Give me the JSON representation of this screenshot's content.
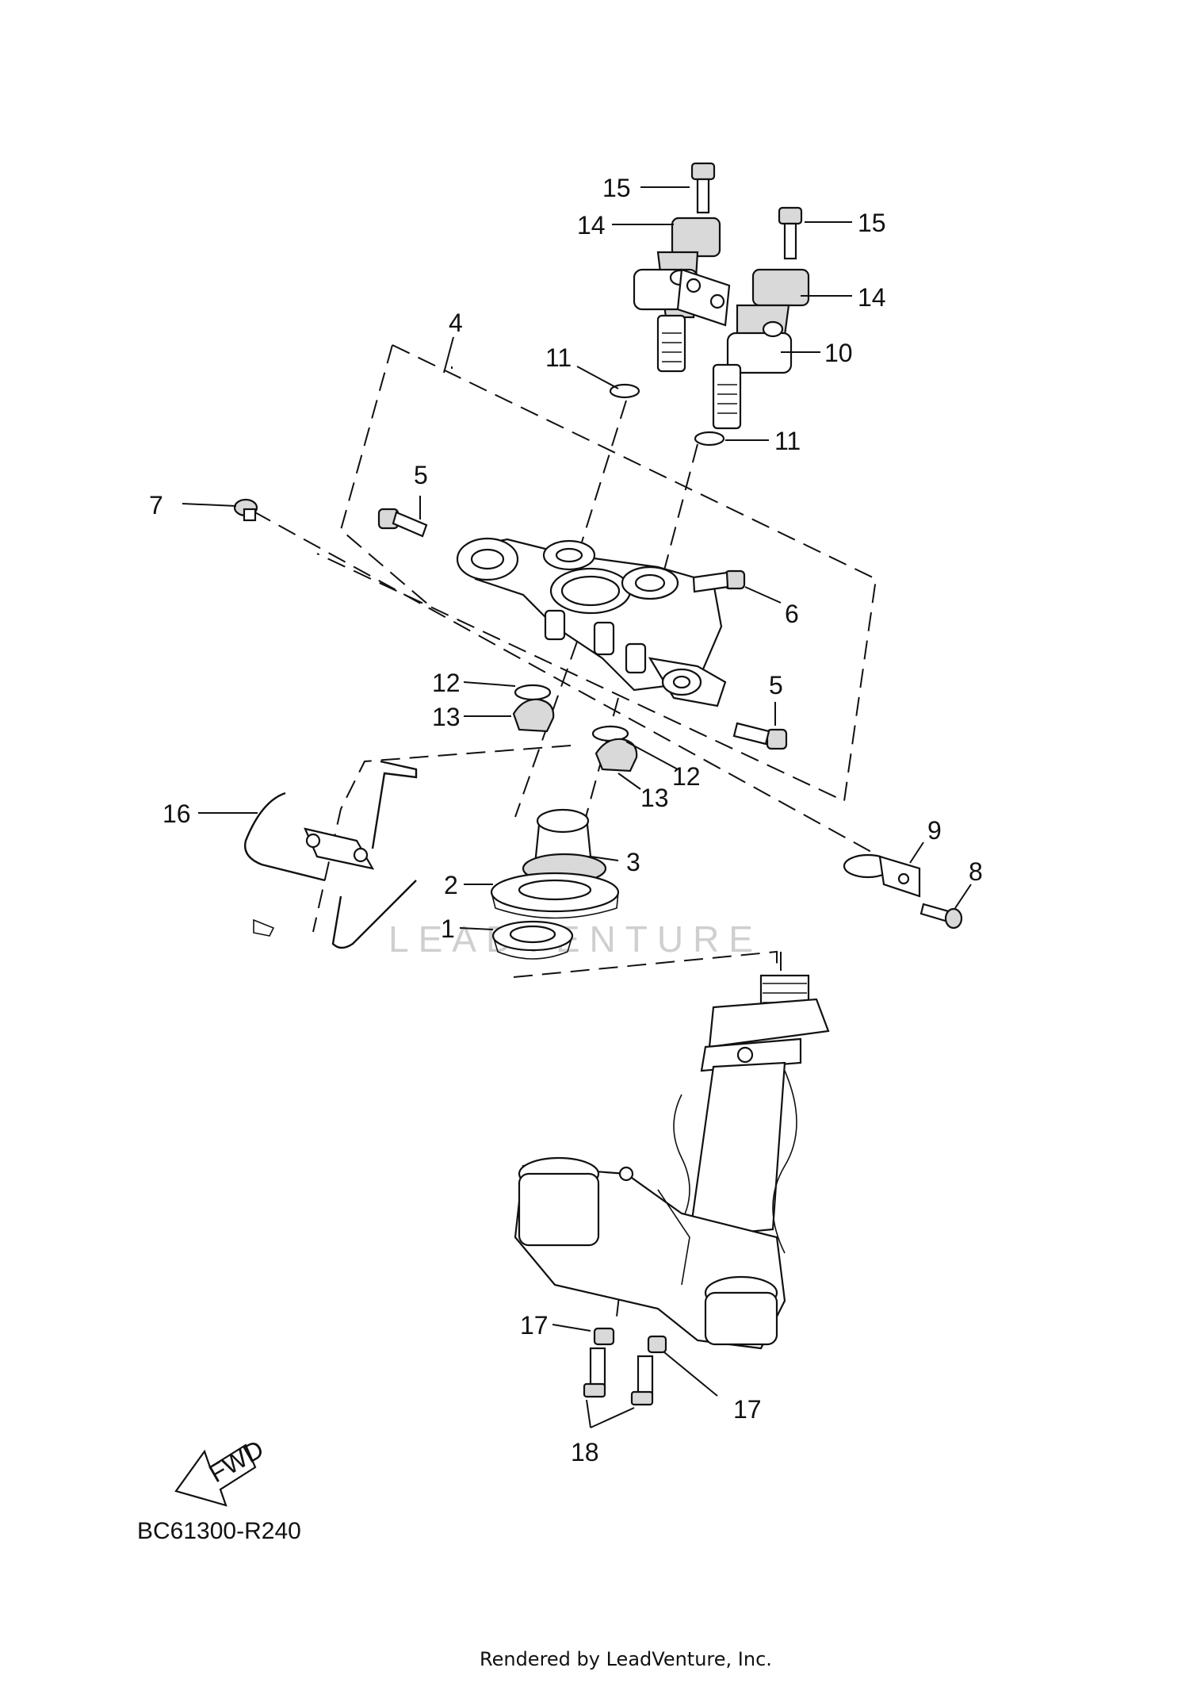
{
  "diagram": {
    "part_code": "BC61300-R240",
    "footer": "Rendered by LeadVenture, Inc.",
    "watermark": "LEADVENTURE",
    "fwd_label": "FWD",
    "callouts": [
      {
        "id": "c15a",
        "label": "15"
      },
      {
        "id": "c14a",
        "label": "14"
      },
      {
        "id": "c15b",
        "label": "15"
      },
      {
        "id": "c14b",
        "label": "14"
      },
      {
        "id": "c4",
        "label": "4"
      },
      {
        "id": "c11a",
        "label": "11"
      },
      {
        "id": "c10",
        "label": "10"
      },
      {
        "id": "c11b",
        "label": "11"
      },
      {
        "id": "c7",
        "label": "7"
      },
      {
        "id": "c5a",
        "label": "5"
      },
      {
        "id": "c6",
        "label": "6"
      },
      {
        "id": "c5b",
        "label": "5"
      },
      {
        "id": "c12a",
        "label": "12"
      },
      {
        "id": "c13a",
        "label": "13"
      },
      {
        "id": "c12b",
        "label": "12"
      },
      {
        "id": "c13b",
        "label": "13"
      },
      {
        "id": "c16",
        "label": "16"
      },
      {
        "id": "c3",
        "label": "3"
      },
      {
        "id": "c9",
        "label": "9"
      },
      {
        "id": "c8",
        "label": "8"
      },
      {
        "id": "c2",
        "label": "2"
      },
      {
        "id": "c1",
        "label": "1"
      },
      {
        "id": "c17a",
        "label": "17"
      },
      {
        "id": "c17b",
        "label": "17"
      },
      {
        "id": "c18",
        "label": "18"
      }
    ]
  }
}
